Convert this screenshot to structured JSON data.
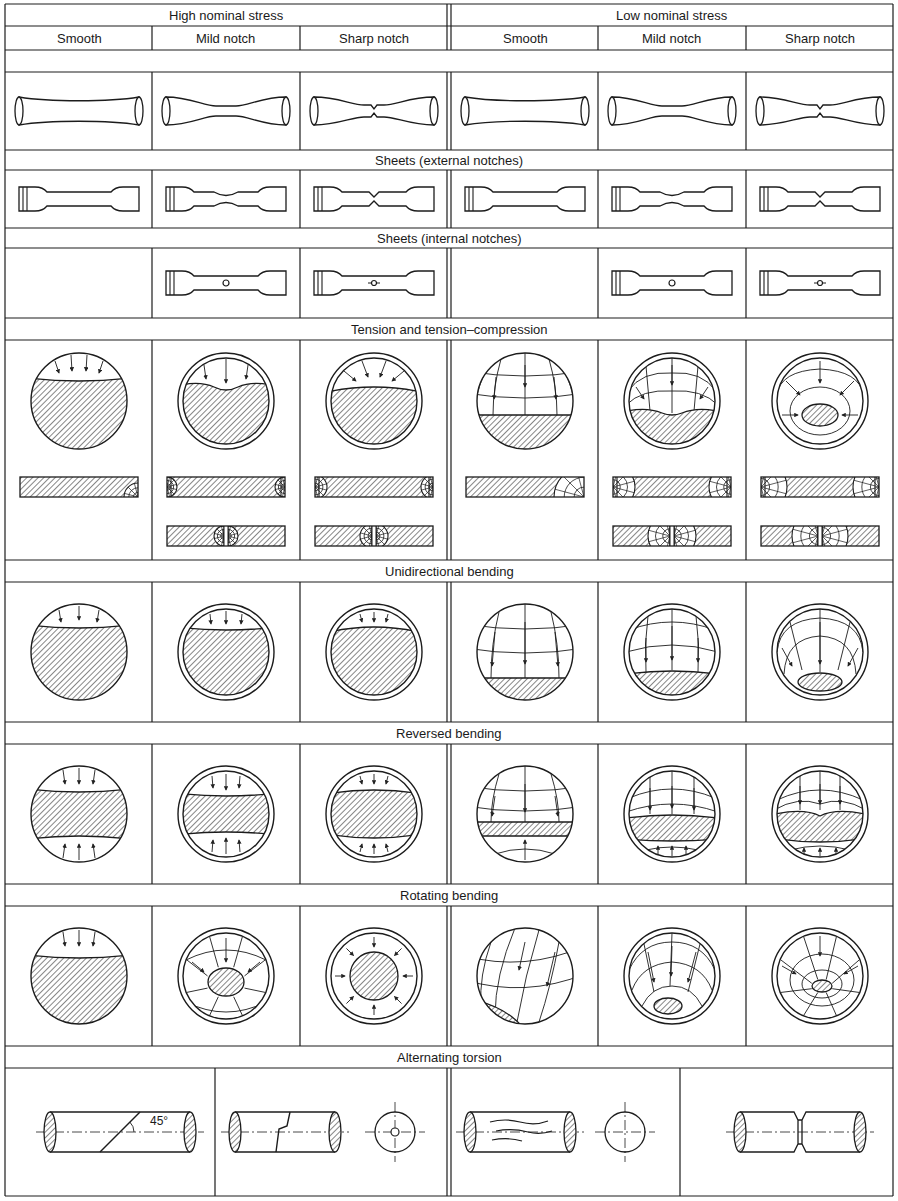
{
  "diagram": {
    "labels": [
      "High nominal stress",
      "Low nominal stress",
      "Smooth",
      "Mild notch",
      "Sharp notch",
      "Smooth",
      "Mild notch",
      "Sharp notch",
      "Sheets (external notches)",
      "Sheets (internal notches)",
      "Tension and tension–compression",
      "Unidirectional bending",
      "Reversed bending",
      "Rotating bending",
      "Alternating torsion",
      "45°"
    ]
  }
}
